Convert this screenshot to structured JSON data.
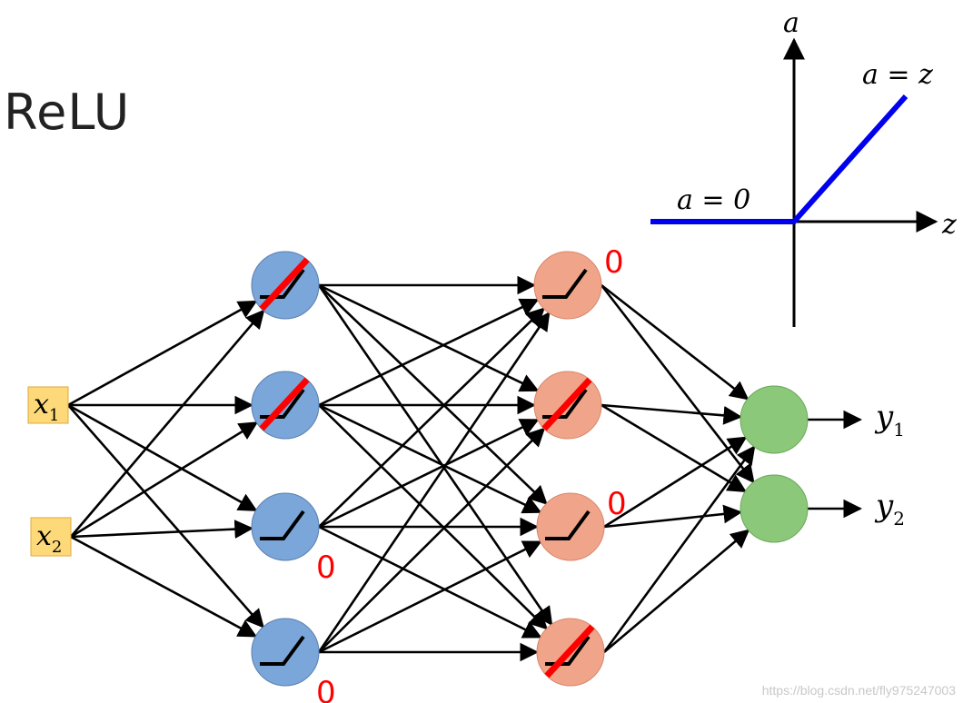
{
  "title": "ReLU",
  "watermark": "https://blog.csdn.net/fly975247003",
  "colors": {
    "relu_curve": "#0000ee",
    "hidden1_fill": "#7aa6d9",
    "hidden2_fill": "#f0a58a",
    "output_fill": "#8cc87a",
    "input_fill": "#fdd97a",
    "zero_mark": "#ff0000",
    "edge": "#000000"
  },
  "relu_plot": {
    "x_axis_label": "z",
    "y_axis_label": "a",
    "right_branch_label": "a = z",
    "left_branch_label": "a = 0"
  },
  "network": {
    "inputs": [
      {
        "main": "x",
        "sub": "1"
      },
      {
        "main": "x",
        "sub": "2"
      }
    ],
    "outputs": [
      {
        "main": "y",
        "sub": "1"
      },
      {
        "main": "y",
        "sub": "2"
      }
    ],
    "hidden_layer_1": [
      {
        "crossed_out": true,
        "zero_label": ""
      },
      {
        "crossed_out": true,
        "zero_label": ""
      },
      {
        "crossed_out": false,
        "zero_label": "0"
      },
      {
        "crossed_out": false,
        "zero_label": "0"
      }
    ],
    "hidden_layer_2": [
      {
        "crossed_out": false,
        "zero_label": "0"
      },
      {
        "crossed_out": true,
        "zero_label": ""
      },
      {
        "crossed_out": false,
        "zero_label": "0"
      },
      {
        "crossed_out": true,
        "zero_label": ""
      }
    ],
    "output_neuron_count": 2
  }
}
